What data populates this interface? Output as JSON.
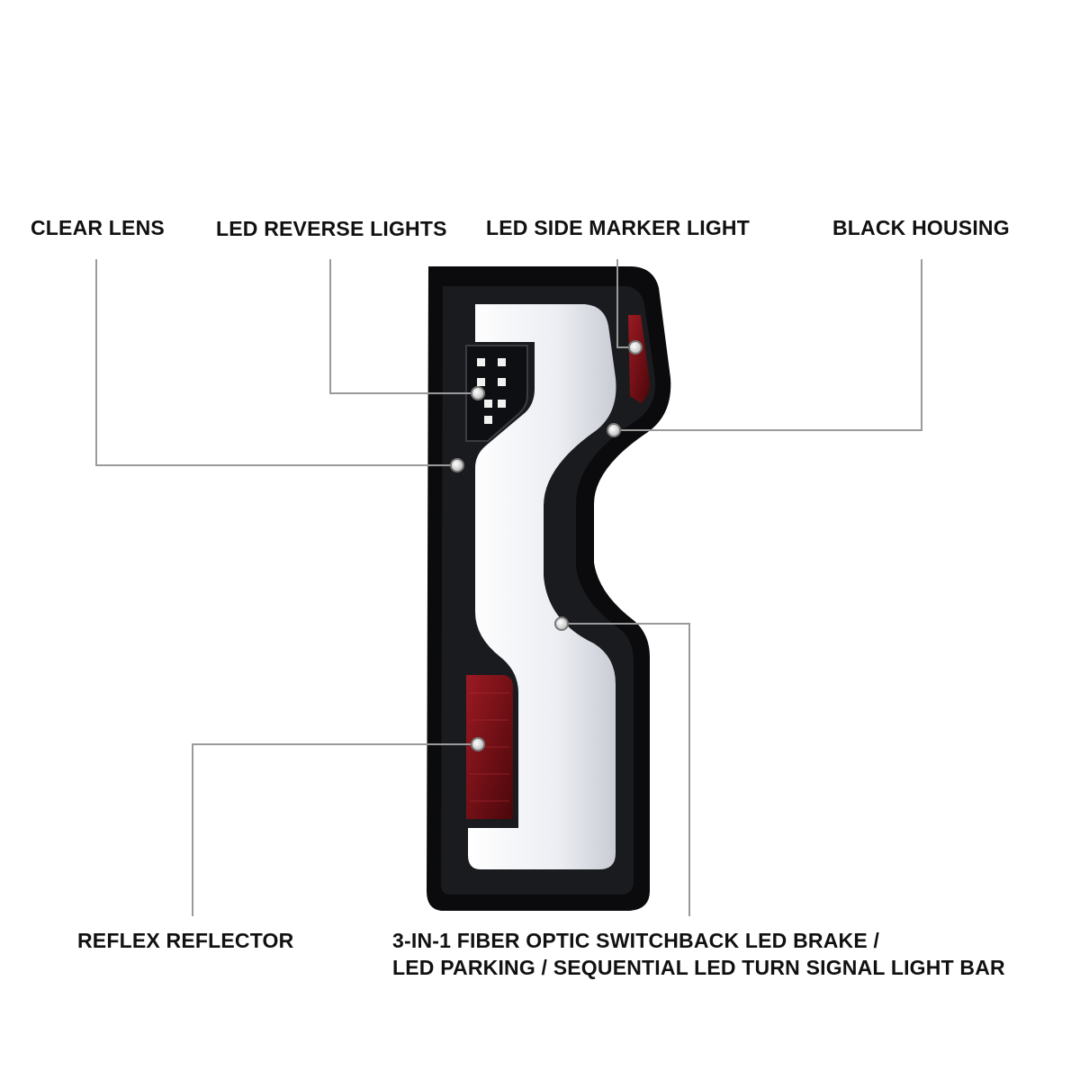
{
  "labels": {
    "clear_lens": "CLEAR LENS",
    "led_reverse_lights": "LED REVERSE LIGHTS",
    "led_side_marker_light": "LED SIDE MARKER LIGHT",
    "black_housing": "BLACK HOUSING",
    "reflex_reflector": "REFLEX REFLECTOR",
    "fiber_optic_line1": "3-IN-1 FIBER OPTIC SWITCHBACK LED BRAKE /",
    "fiber_optic_line2": "LED PARKING / SEQUENTIAL LED TURN SIGNAL LIGHT BAR"
  },
  "colors": {
    "housing": "#0b0b0d",
    "light_bar": "#e8e9ee",
    "reflector_red": "#7a1016",
    "leader_line": "#9a9a9a"
  }
}
